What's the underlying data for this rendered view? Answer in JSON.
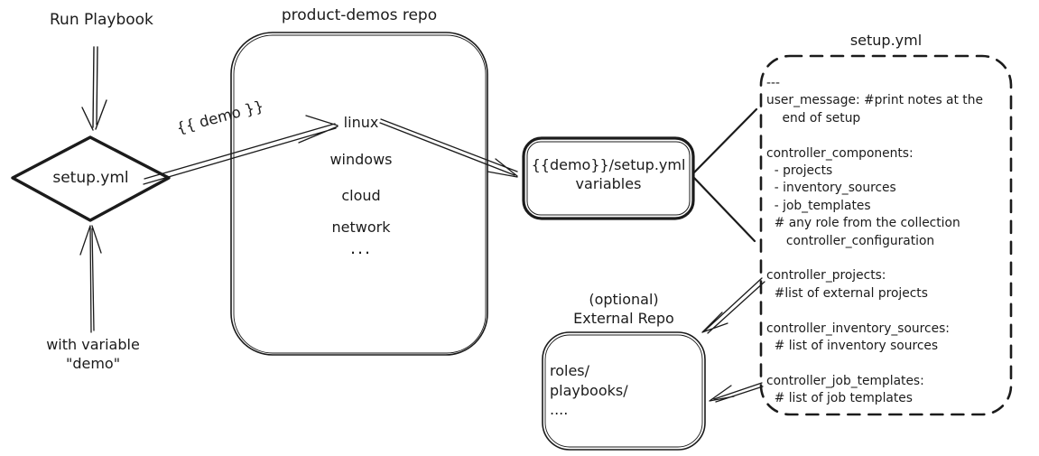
{
  "canvas": {
    "background": "#ffffff",
    "ink": "#1b1b1b"
  },
  "left_flow": {
    "run_playbook_label": "Run Playbook",
    "diamond_label": "setup.yml",
    "with_variable_label": "with variable\n\"demo\"",
    "arrow_label": "{{ demo }}"
  },
  "repo": {
    "title": "product-demos repo",
    "items": [
      "linux",
      "windows",
      "cloud",
      "network",
      "..."
    ]
  },
  "variables_box": {
    "label": "{{demo}}/setup.yml\nvariables"
  },
  "setup_yml": {
    "title": "setup.yml",
    "content": "---\nuser_message: #print notes at the\n    end of setup\n\ncontroller_components:\n  - projects\n  - inventory_sources\n  - job_templates\n  # any role from the collection\n     controller_configuration\n\ncontroller_projects:\n  #list of external projects\n\ncontroller_inventory_sources:\n  # list of inventory sources\n\ncontroller_job_templates:\n  # list of job templates"
  },
  "external_repo": {
    "title": "(optional)\nExternal Repo",
    "content": "roles/\nplaybooks/\n...."
  }
}
